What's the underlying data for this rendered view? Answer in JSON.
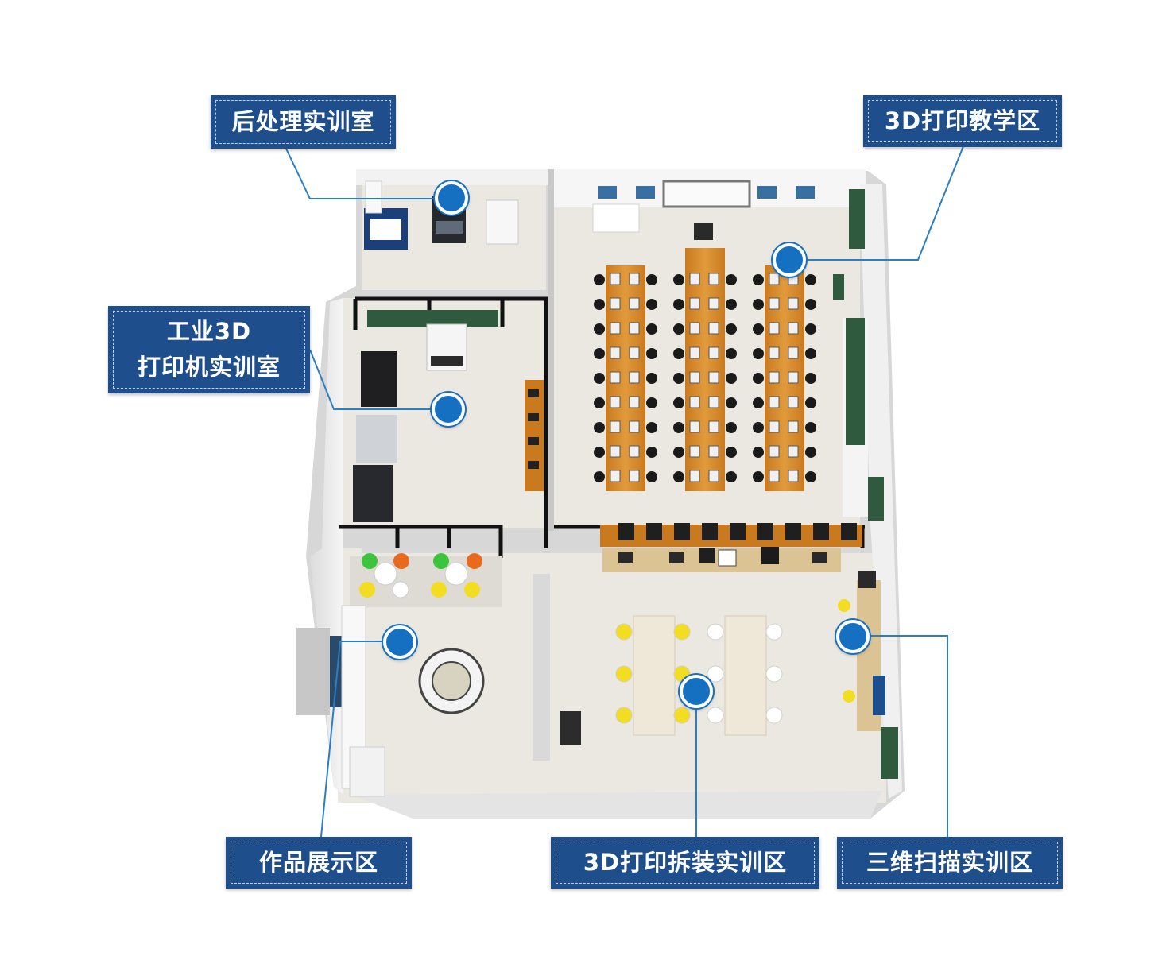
{
  "zones": [
    {
      "id": "post-processing",
      "label": "后处理实训室"
    },
    {
      "id": "teaching",
      "label": "3D打印教学区"
    },
    {
      "id": "industrial",
      "label_line1": "工业3D",
      "label_line2": "打印机实训室"
    },
    {
      "id": "showcase",
      "label": "作品展示区"
    },
    {
      "id": "assembly",
      "label": "3D打印拆装实训区"
    },
    {
      "id": "scanning",
      "label": "三维扫描实训区"
    }
  ],
  "colors": {
    "label_bg": "#1f4e8c",
    "marker": "#1670c2",
    "leader_line": "#2a7fc4",
    "floor": "#ebe8e1",
    "wall": "#f4f4f4",
    "desk": "#d38b2c",
    "chair": "#1a1a1a",
    "green_seat": "#3cc43c",
    "orange_seat": "#e86a1f",
    "yellow_seat": "#f2dd22",
    "blackboard": "#2f5a3e"
  },
  "icons": [
    "location-marker-icon"
  ]
}
